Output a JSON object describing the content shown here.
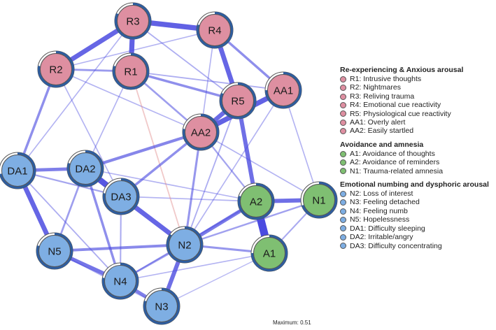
{
  "colors": {
    "positive_edge": "#4b4be0",
    "negative_edge": "#e08a8a",
    "node_border": "#555555",
    "pie_ring": "#2e5d9f"
  },
  "groups": [
    {
      "title": "Re-experiencing & Anxious arousal",
      "color": "#de8fa1",
      "items": [
        "R1: Intrusive thoughts",
        "R2: Nightmares",
        "R3: Reliving trauma",
        "R4: Emotional cue reactivity",
        "R5: Physiological cue reactivity",
        "AA1: Overly alert",
        "AA2: Easily startled"
      ]
    },
    {
      "title": "Avoidance and amnesia",
      "color": "#7fbf72",
      "items": [
        "A1: Avoidance of thoughts",
        "A2: Avoidance of reminders",
        "N1: Trauma-related amnesia"
      ]
    },
    {
      "title": "Emotional numbing and dysphoric arousal",
      "color": "#7eaee3",
      "items": [
        "N2: Loss of interest",
        "N3: Feeling detached",
        "N4: Feeling numb",
        "N5: Hopelessness",
        "DA1: Difficulty sleeping",
        "DA2: Irritable/angry",
        "DA3: Difficulty concentrating"
      ]
    }
  ],
  "nodes": [
    {
      "id": "R3",
      "group": 0,
      "pie": 0.82
    },
    {
      "id": "R4",
      "group": 0,
      "pie": 0.8
    },
    {
      "id": "R2",
      "group": 0,
      "pie": 0.78
    },
    {
      "id": "R1",
      "group": 0,
      "pie": 0.8
    },
    {
      "id": "AA1",
      "group": 0,
      "pie": 0.75
    },
    {
      "id": "R5",
      "group": 0,
      "pie": 0.82
    },
    {
      "id": "AA2",
      "group": 0,
      "pie": 0.78
    },
    {
      "id": "DA1",
      "group": 2,
      "pie": 0.72
    },
    {
      "id": "DA2",
      "group": 2,
      "pie": 0.8
    },
    {
      "id": "DA3",
      "group": 2,
      "pie": 0.78
    },
    {
      "id": "A2",
      "group": 1,
      "pie": 0.8
    },
    {
      "id": "N1",
      "group": 1,
      "pie": 0.7
    },
    {
      "id": "N2",
      "group": 2,
      "pie": 0.85
    },
    {
      "id": "A1",
      "group": 1,
      "pie": 0.75
    },
    {
      "id": "N5",
      "group": 2,
      "pie": 0.8
    },
    {
      "id": "N4",
      "group": 2,
      "pie": 0.78
    },
    {
      "id": "N3",
      "group": 2,
      "pie": 0.8
    }
  ],
  "edges": [
    [
      "A1",
      "A2",
      0.51
    ],
    [
      "R3",
      "R4",
      0.33
    ],
    [
      "R3",
      "R2",
      0.3
    ],
    [
      "R3",
      "R1",
      0.32
    ],
    [
      "R4",
      "R5",
      0.3
    ],
    [
      "R5",
      "AA2",
      0.28
    ],
    [
      "AA1",
      "AA2",
      0.32
    ],
    [
      "DA2",
      "DA3",
      0.38
    ],
    [
      "DA1",
      "N5",
      0.3
    ],
    [
      "N5",
      "N4",
      0.24
    ],
    [
      "N4",
      "N3",
      0.2
    ],
    [
      "N2",
      "N3",
      0.26
    ],
    [
      "A2",
      "N1",
      0.26
    ],
    [
      "R5",
      "A2",
      0.26
    ],
    [
      "DA3",
      "N2",
      0.3
    ],
    [
      "N2",
      "A2",
      0.22
    ],
    [
      "DA1",
      "DA2",
      0.2
    ],
    [
      "R2",
      "DA1",
      0.14
    ],
    [
      "AA2",
      "DA2",
      0.17
    ],
    [
      "AA2",
      "DA3",
      0.14
    ],
    [
      "N5",
      "N2",
      0.16
    ],
    [
      "N2",
      "A1",
      0.12
    ],
    [
      "R1",
      "R5",
      0.14
    ],
    [
      "R4",
      "AA1",
      0.14
    ],
    [
      "R2",
      "R1",
      0.11
    ],
    [
      "AA2",
      "N2",
      0.12
    ],
    [
      "DA2",
      "N4",
      0.14
    ],
    [
      "DA2",
      "N5",
      0.1
    ],
    [
      "R1",
      "AA2",
      0.1
    ],
    [
      "DA1",
      "DA3",
      0.08
    ],
    [
      "N4",
      "N2",
      0.1
    ],
    [
      "R1",
      "AA1",
      0.06
    ],
    [
      "R3",
      "R5",
      0.06
    ],
    [
      "AA2",
      "A2",
      0.08
    ],
    [
      "N1",
      "A1",
      0.07
    ],
    [
      "N2",
      "N1",
      0.09
    ],
    [
      "N4",
      "A2",
      0.07
    ],
    [
      "DA1",
      "N4",
      0.06
    ],
    [
      "R2",
      "AA2",
      0.05
    ],
    [
      "R4",
      "AA2",
      0.05
    ],
    [
      "R5",
      "N2",
      0.06
    ],
    [
      "AA1",
      "N1",
      0.05
    ],
    [
      "R3",
      "DA1",
      0.05
    ],
    [
      "DA3",
      "N4",
      0.07
    ],
    [
      "N5",
      "N3",
      0.06
    ],
    [
      "R2",
      "DA3",
      0.05
    ],
    [
      "R1",
      "DA2",
      0.05
    ],
    [
      "AA1",
      "N2",
      0.05
    ],
    [
      "R2",
      "R4",
      0.05
    ],
    [
      "R1",
      "N2",
      -0.06
    ],
    [
      "N4",
      "A1",
      0.05
    ],
    [
      "DA2",
      "A2",
      0.05
    ],
    [
      "AA2",
      "N1",
      0.05
    ],
    [
      "N3",
      "A1",
      0.04
    ],
    [
      "DA3",
      "A2",
      0.05
    ]
  ],
  "maximum_label": "Maximum: 0.51"
}
